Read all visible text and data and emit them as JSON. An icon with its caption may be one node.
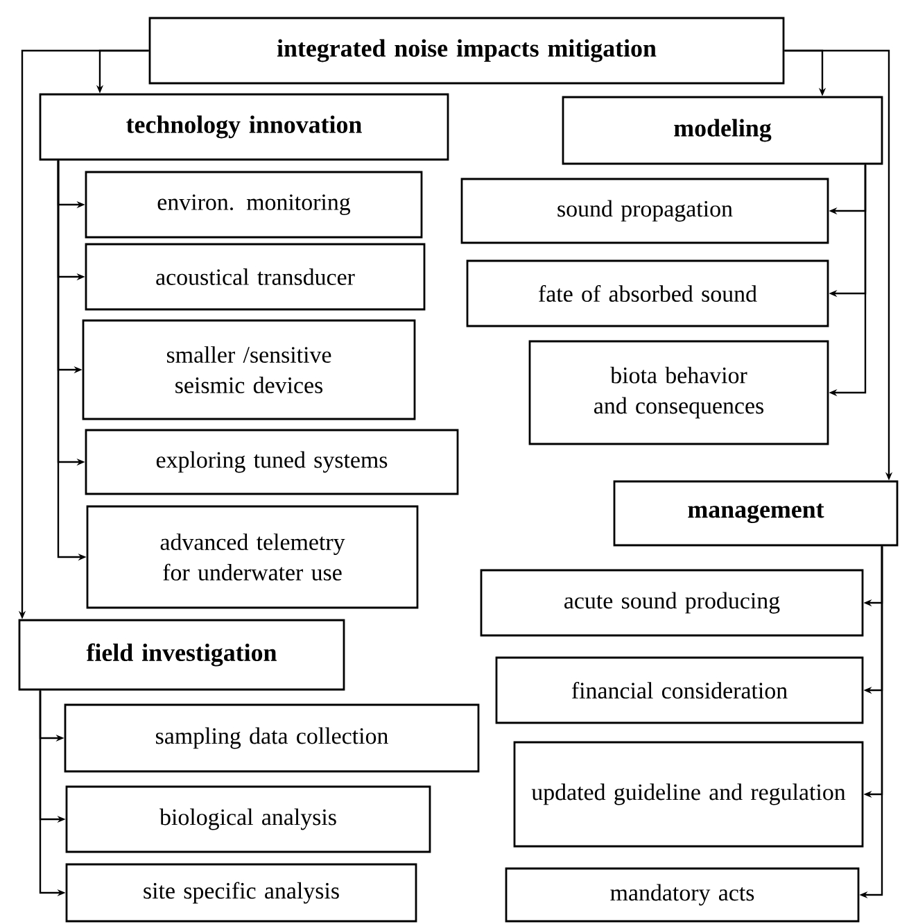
{
  "diagram": {
    "nodes": [
      {
        "text": [
          "integrated noise impacts mitigation"
        ]
      },
      {
        "text": [
          "technology innovation"
        ]
      },
      {
        "text": [
          "environ. monitoring"
        ]
      },
      {
        "text": [
          "acoustical transducer"
        ]
      },
      {
        "text": [
          "smaller /sensitive seismic devices"
        ]
      },
      {
        "text": [
          "exploring tuned systems"
        ]
      },
      {
        "text": [
          "advanced telemetry for underwater use"
        ]
      },
      {
        "text": [
          "field investigation"
        ]
      },
      {
        "text": [
          "sampling data collection"
        ]
      },
      {
        "text": [
          "biological  analysis"
        ]
      },
      {
        "text": [
          "site specific analysis"
        ]
      },
      {
        "text": [
          "modeling"
        ]
      },
      {
        "text": [
          "sound propagation"
        ]
      },
      {
        "text": [
          "fate of absorbed sound"
        ]
      },
      {
        "text": [
          "biota behavior and consequences"
        ]
      },
      {
        "text": [
          "management"
        ]
      },
      {
        "text": [
          "acute sound producing"
        ]
      },
      {
        "text": [
          "financial consideration"
        ]
      },
      {
        "text": [
          "updated guideline and regulation"
        ]
      },
      {
        "text": [
          "mandatory acts"
        ]
      }
    ],
    "edges": [
      {
        "from": 0,
        "to": 1,
        "arrow": "to"
      },
      {
        "from": 0,
        "to": 7,
        "arrow": "to"
      },
      {
        "from": 0,
        "to": 11,
        "arrow": "to"
      },
      {
        "from": 0,
        "to": 15,
        "arrow": "to"
      },
      {
        "from": 1,
        "to": 2,
        "arrow": "to"
      },
      {
        "from": 1,
        "to": 3,
        "arrow": "to"
      },
      {
        "from": 1,
        "to": 4,
        "arrow": "to"
      },
      {
        "from": 1,
        "to": 5,
        "arrow": "to"
      },
      {
        "from": 1,
        "to": 6,
        "arrow": "to"
      },
      {
        "from": 7,
        "to": 8,
        "arrow": "to"
      },
      {
        "from": 7,
        "to": 9,
        "arrow": "to"
      },
      {
        "from": 7,
        "to": 10,
        "arrow": "to"
      },
      {
        "from": 11,
        "to": 12,
        "arrow": "to"
      },
      {
        "from": 11,
        "to": 13,
        "arrow": "to"
      },
      {
        "from": 11,
        "to": 14,
        "arrow": "to"
      },
      {
        "from": 15,
        "to": 16,
        "arrow": "to"
      },
      {
        "from": 15,
        "to": 17,
        "arrow": "to"
      },
      {
        "from": 15,
        "to": 18,
        "arrow": "to"
      },
      {
        "from": 15,
        "to": 19,
        "arrow": "to"
      }
    ]
  }
}
